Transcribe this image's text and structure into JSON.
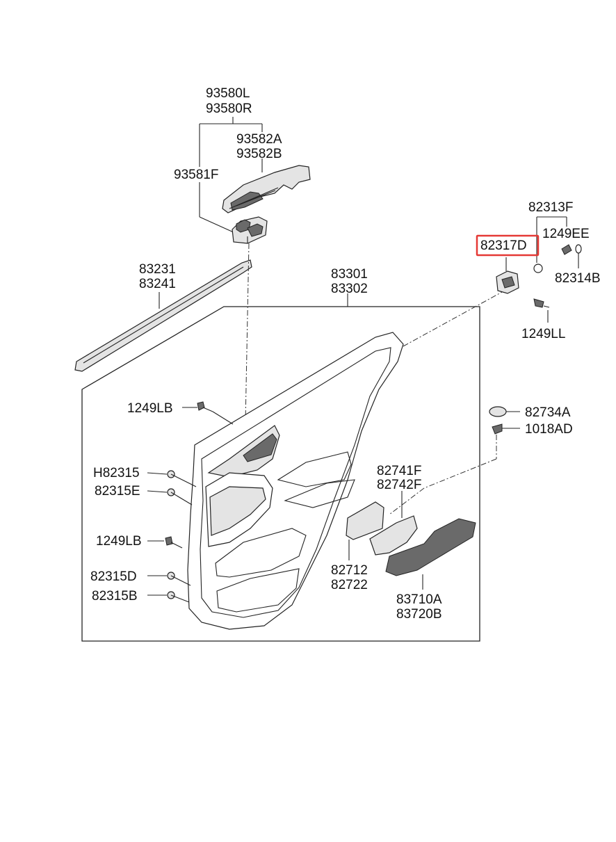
{
  "highlight_color": "#e53935",
  "labels": {
    "p93580L": "93580L",
    "p93580R": "93580R",
    "p93582A": "93582A",
    "p93582B": "93582B",
    "p93581F": "93581F",
    "p82313F": "82313F",
    "p1249EE": "1249EE",
    "p82317D": "82317D",
    "p82314B": "82314B",
    "p1249LL": "1249LL",
    "p83231": "83231",
    "p83241": "83241",
    "p83301": "83301",
    "p83302": "83302",
    "p1249LB_top": "1249LB",
    "p82734A": "82734A",
    "p1018AD": "1018AD",
    "pH82315": "H82315",
    "p82315E": "82315E",
    "p82741F": "82741F",
    "p82742F": "82742F",
    "p1249LB_mid": "1249LB",
    "p82712": "82712",
    "p82722": "82722",
    "p82315D": "82315D",
    "p82315B": "82315B",
    "p83710A": "83710A",
    "p83720B": "83720B"
  }
}
